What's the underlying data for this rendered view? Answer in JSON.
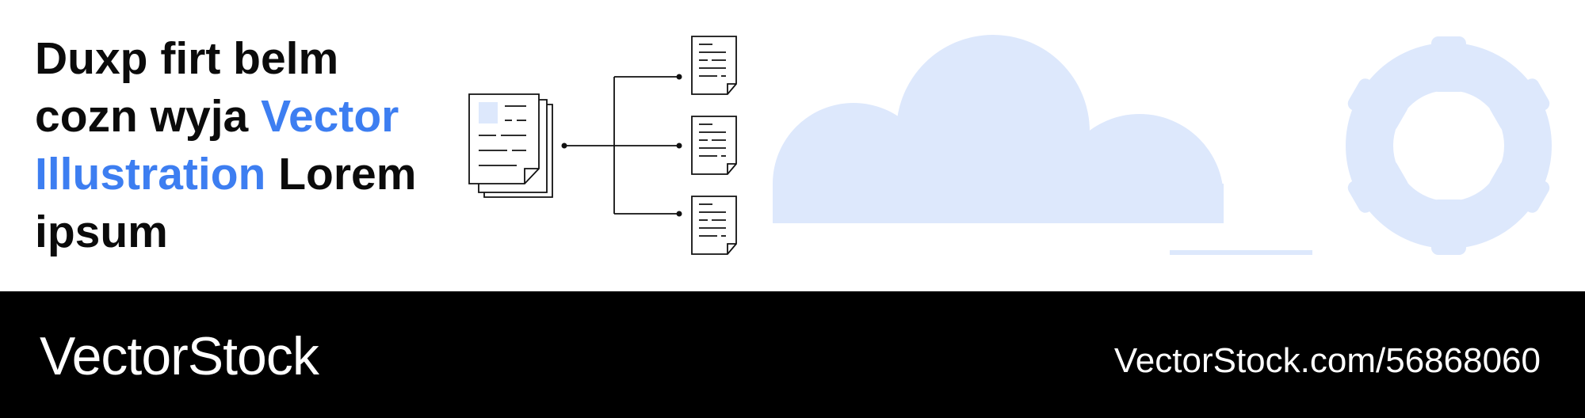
{
  "headline": {
    "part1": "Duxp firt belm cozn wyja ",
    "highlight": "Vector Illustration",
    "part2": " Lorem ipsum"
  },
  "footer": {
    "brand": "VectorStock",
    "url": "VectorStock.com/56868060"
  },
  "colors": {
    "accent": "#3d7ef1",
    "shape_fill": "#dde8fc",
    "footer_bg": "#000000",
    "text": "#0b0b0b"
  },
  "icons": [
    "document-stack-icon",
    "document-icon",
    "cloud-icon",
    "gear-icon"
  ]
}
